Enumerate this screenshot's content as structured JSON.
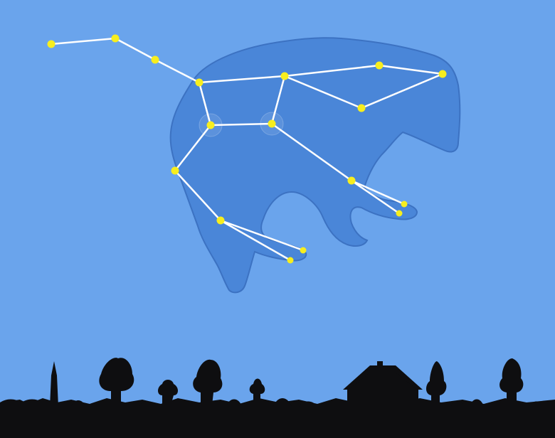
{
  "scene": {
    "sky_color": "#6aa4ec",
    "bear_fill_color": "#4a86d8",
    "bear_outline_color": "#3c72c2",
    "star_color": "#f7ee1e",
    "line_color": "#ffffff",
    "horizon_color": "#0e0e10"
  },
  "constellation": {
    "stars": [
      {
        "id": "s1"
      },
      {
        "id": "s2"
      },
      {
        "id": "s3"
      },
      {
        "id": "s4"
      },
      {
        "id": "s5"
      },
      {
        "id": "s6"
      },
      {
        "id": "s7"
      },
      {
        "id": "s8"
      },
      {
        "id": "s9"
      },
      {
        "id": "s10"
      },
      {
        "id": "s11"
      },
      {
        "id": "s12"
      },
      {
        "id": "s13"
      },
      {
        "id": "s14"
      },
      {
        "id": "s15"
      },
      {
        "id": "s16"
      },
      {
        "id": "s17"
      },
      {
        "id": "s18"
      }
    ],
    "connections": [
      [
        "s1",
        "s2"
      ],
      [
        "s2",
        "s3"
      ],
      [
        "s3",
        "s4"
      ],
      [
        "s4",
        "s5"
      ],
      [
        "s5",
        "s6"
      ],
      [
        "s6",
        "s7"
      ],
      [
        "s7",
        "s4"
      ],
      [
        "s5",
        "s8"
      ],
      [
        "s8",
        "s9"
      ],
      [
        "s9",
        "s5"
      ],
      [
        "s9",
        "s10"
      ],
      [
        "s6",
        "s11"
      ],
      [
        "s11",
        "s12"
      ],
      [
        "s11",
        "s13"
      ],
      [
        "s7",
        "s14"
      ],
      [
        "s14",
        "s15"
      ],
      [
        "s15",
        "s16"
      ],
      [
        "s15",
        "s17"
      ]
    ],
    "highlighted_stars": [
      "s7",
      "s6"
    ]
  }
}
